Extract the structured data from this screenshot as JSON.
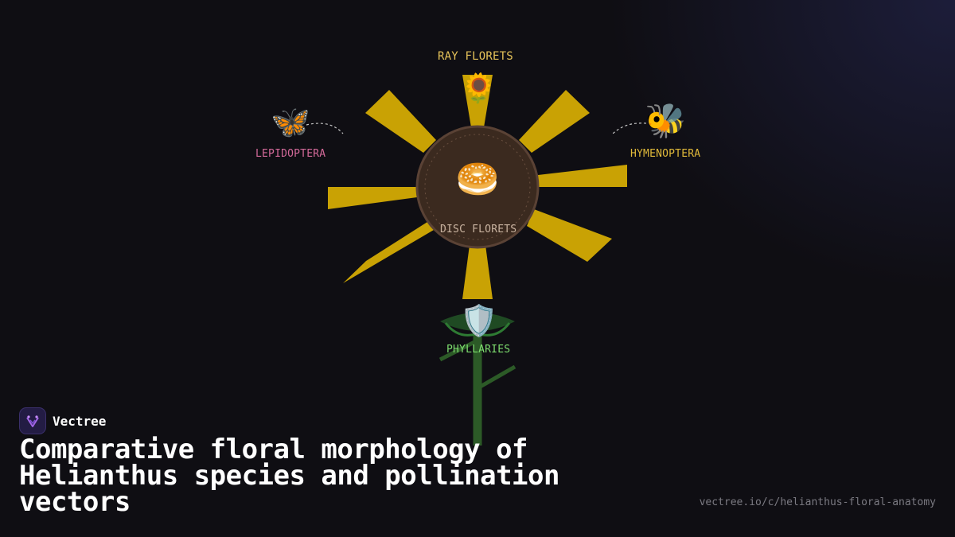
{
  "diagram": {
    "labels": {
      "ray_florets": "RAY FLORETS",
      "disc_florets": "DISC FLORETS",
      "phyllaries": "PHYLLARIES",
      "lepidoptera": "LEPIDOPTERA",
      "hymenoptera": "HYMENOPTERA"
    },
    "icons": {
      "ray": "sunflower-icon",
      "disc": "bagel-icon",
      "phyllaries": "shield-icon",
      "lepidoptera": "butterfly-icon",
      "hymenoptera": "bee-icon"
    },
    "colors": {
      "petal": "#c9a204",
      "disc": "#3b2a1f",
      "disc_border": "#5a4235",
      "stem": "#2c5a27",
      "ray_label": "#e6c35a",
      "lepidoptera_label": "#d46a9a",
      "hymenoptera_label": "#e0b93a",
      "phyllaries_label": "#7ddc6e",
      "disc_label": "#c9b3a0"
    }
  },
  "brand": {
    "name": "Vectree",
    "logo_icon": "vectree-logo-icon"
  },
  "title": "Comparative floral morphology of Helianthus species and pollination vectors",
  "url": "vectree.io/c/helianthus-floral-anatomy"
}
